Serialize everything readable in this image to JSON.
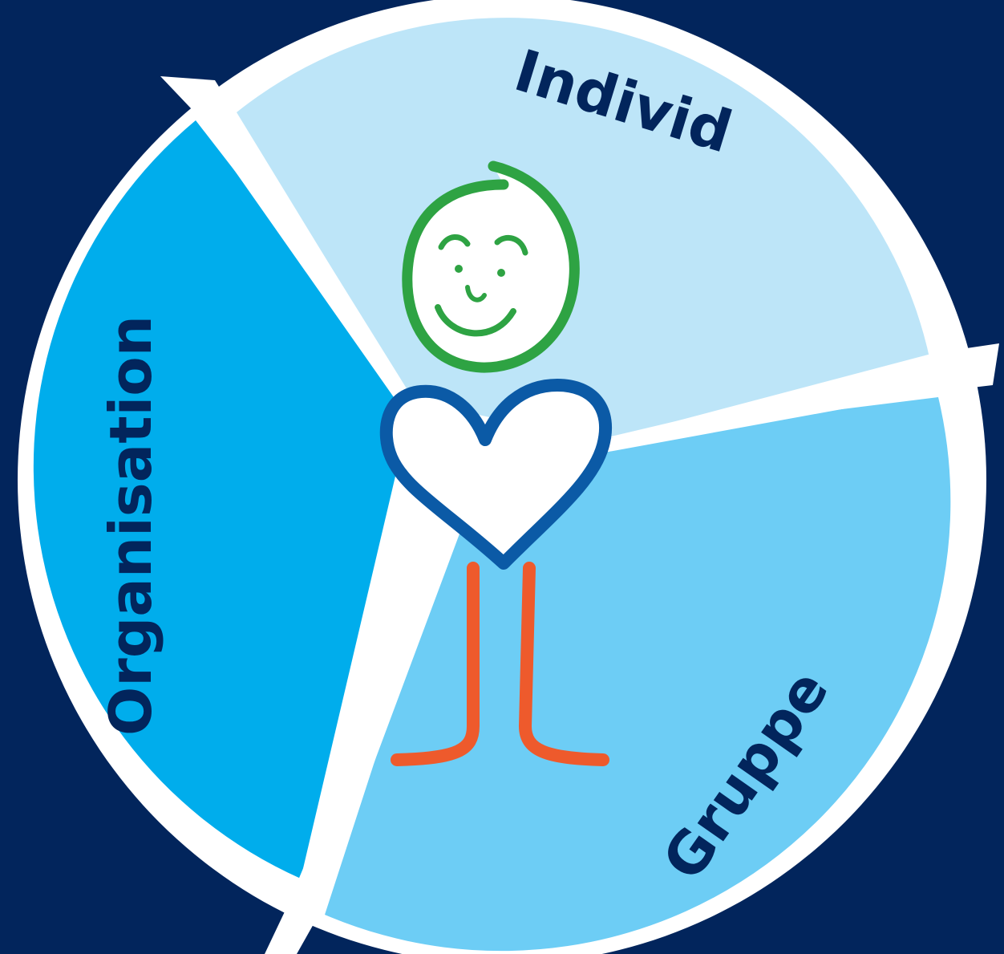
{
  "diagram": {
    "segments": [
      {
        "id": "individ",
        "label": "Individ",
        "color": "#bde5f8"
      },
      {
        "id": "gruppe",
        "label": "Gruppe",
        "color": "#6dcdf5"
      },
      {
        "id": "organisation",
        "label": "Organisation",
        "color": "#00adec"
      }
    ],
    "colors": {
      "background": "#02255c",
      "border": "#ffffff",
      "label_text": "#02255c",
      "head_outline": "#2ea343",
      "face": "#2ea343",
      "heart_outline": "#0b5aa6",
      "heart_fill": "#ffffff",
      "legs": "#ee5a2c"
    },
    "figure": {
      "head_icon": "smiling-head",
      "body_icon": "heart",
      "legs_icon": "stick-legs"
    }
  }
}
